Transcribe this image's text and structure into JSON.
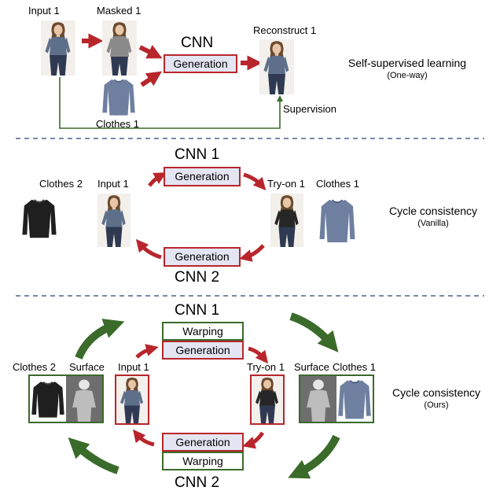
{
  "panel1": {
    "input": "Input 1",
    "masked": "Masked 1",
    "cnn": "CNN",
    "generation": "Generation",
    "reconstruct": "Reconstruct 1",
    "clothes": "Clothes 1",
    "supervision": "Supervision",
    "title": "Self-supervised learning",
    "subtitle": "(One-way)"
  },
  "panel2": {
    "cnn_top": "CNN 1",
    "cnn_bottom": "CNN 2",
    "generation_top": "Generation",
    "generation_bottom": "Generation",
    "clothes2": "Clothes 2",
    "input": "Input 1",
    "tryon": "Try-on 1",
    "clothes1": "Clothes 1",
    "title": "Cycle consistency",
    "subtitle": "(Vanilla)"
  },
  "panel3": {
    "cnn_top": "CNN 1",
    "cnn_bottom": "CNN 2",
    "warping_top": "Warping",
    "generation_top": "Generation",
    "generation_bottom": "Generation",
    "warping_bottom": "Warping",
    "clothes2": "Clothes 2",
    "surface_left": "Surface",
    "input": "Input 1",
    "tryon": "Try-on 1",
    "surface_right": "Surface",
    "clothes1": "Clothes 1",
    "title": "Cycle consistency",
    "subtitle": "(Ours)"
  },
  "colors": {
    "red_arrow": "#b8262c",
    "green_arrow": "#3a6b2a",
    "dashed_divider": "#2c3e7a",
    "generation_fill": "#e3e6f2"
  },
  "icons": {
    "person": "person-photo-icon",
    "shirt": "shirt-icon",
    "surface": "body-silhouette-icon"
  }
}
